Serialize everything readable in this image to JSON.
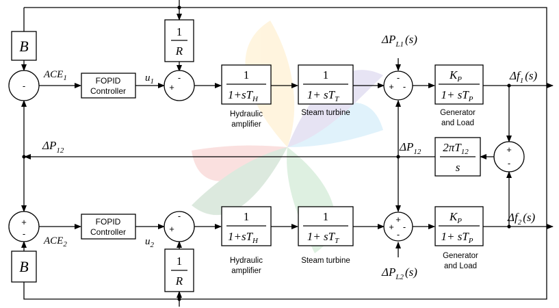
{
  "signals": {
    "ace1": "ACE",
    "ace1_sub": "1",
    "ace2": "ACE",
    "ace2_sub": "2",
    "u1": "u",
    "u1_sub": "1",
    "u2": "u",
    "u2_sub": "2",
    "dp12_delta": "ΔP",
    "dp12_sub": "12",
    "dpl1_delta": "ΔP",
    "dpl1_sub": "L1",
    "dpl1_arg": "(s)",
    "dpl2_delta": "ΔP",
    "dpl2_sub": "L2",
    "dpl2_arg": "(s)",
    "df1_delta": "Δf",
    "df1_sub": "1",
    "df1_arg": "(s)",
    "df2_delta": "Δf",
    "df2_sub": "2",
    "df2_arg": "(s)"
  },
  "blocks": {
    "bias1": "B",
    "bias2": "B",
    "fopid1_line1": "FOPID",
    "fopid1_line2": "Controller",
    "fopid2_line1": "FOPID",
    "fopid2_line2": "Controller",
    "droop_num": "1",
    "droop_den": "R",
    "gov_num": "1",
    "gov_den": "1+sT",
    "gov_den_sub": "H",
    "turb_num": "1",
    "turb_den": "1+ sT",
    "turb_den_sub": "T",
    "gen_num": "K",
    "gen_num_sub": "P",
    "gen_den": "1+ sT",
    "gen_den_sub": "P",
    "tie_num": "2πT",
    "tie_num_sub": "12",
    "tie_den": "s"
  },
  "captions": {
    "hydraulic_1": "Hydraulic",
    "hydraulic_2": "amplifier",
    "steam": "Steam turbine",
    "generator_1": "Generator",
    "generator_2": "and Load"
  },
  "signs": {
    "minus": "-",
    "plus": "+"
  },
  "watermark_colors": [
    "#ffc23a",
    "#e2483d",
    "#47b3e8",
    "#3aa54a",
    "#6a5ab8",
    "#2f7d3a"
  ]
}
